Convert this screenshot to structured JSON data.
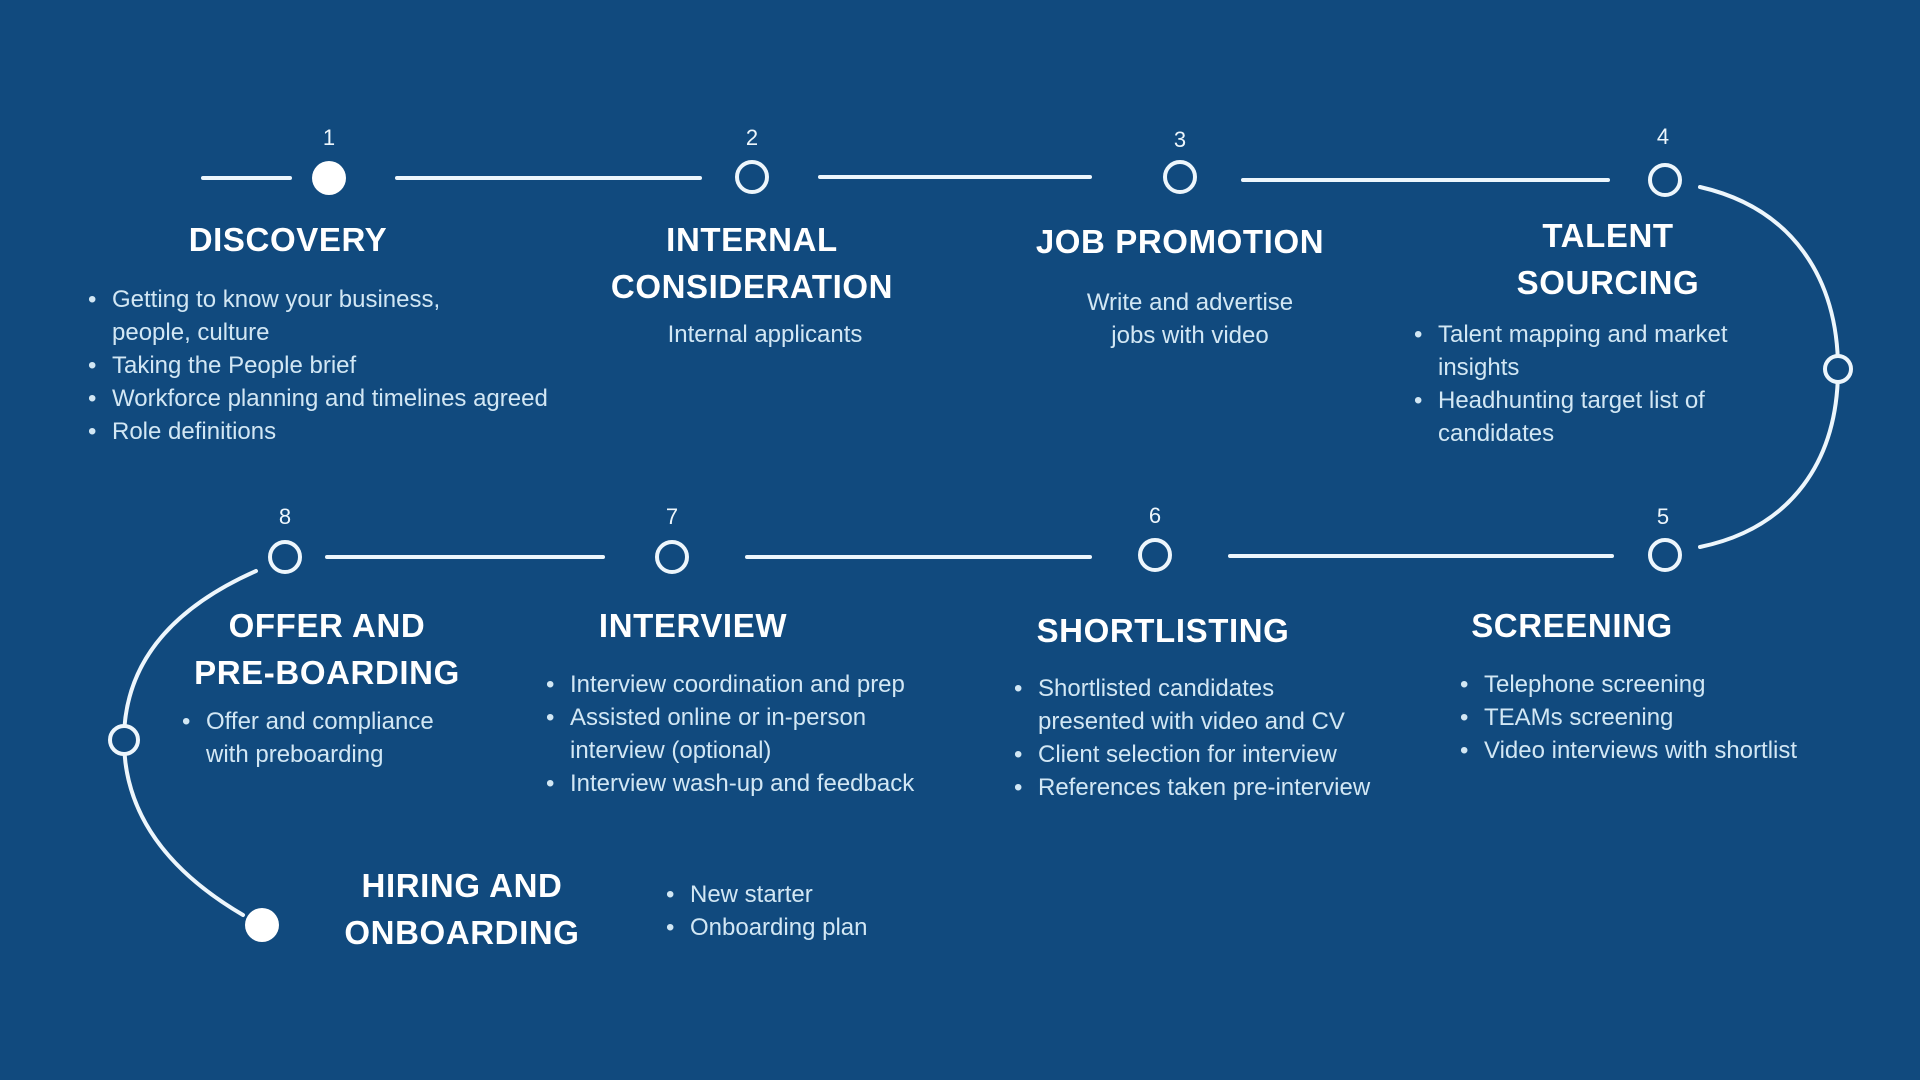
{
  "theme": {
    "background": "#114a7e",
    "line": "#edf6fc",
    "heading": "#ffffff",
    "body": "#d2e7f4",
    "marker": "#ffffff"
  },
  "steps": [
    {
      "number": "1",
      "title": "DISCOVERY",
      "bullets": [
        "Getting to know your business,\npeople, culture",
        "Taking the People brief",
        "Workforce planning and timelines agreed",
        "Role definitions"
      ]
    },
    {
      "number": "2",
      "title": "INTERNAL\nCONSIDERATION",
      "description": "Internal applicants"
    },
    {
      "number": "3",
      "title": "JOB PROMOTION",
      "description": "Write and advertise\njobs with video"
    },
    {
      "number": "4",
      "title": "TALENT\nSOURCING",
      "bullets": [
        "Talent mapping and market\ninsights",
        "Headhunting target list of\ncandidates"
      ]
    },
    {
      "number": "5",
      "title": "SCREENING",
      "bullets": [
        "Telephone screening",
        "TEAMs screening",
        "Video interviews with shortlist"
      ]
    },
    {
      "number": "6",
      "title": "SHORTLISTING",
      "bullets": [
        "Shortlisted candidates\npresented with video and CV",
        "Client selection for interview",
        "References taken pre-interview"
      ]
    },
    {
      "number": "7",
      "title": "INTERVIEW",
      "bullets": [
        "Interview coordination and prep",
        "Assisted online or in-person\ninterview (optional)",
        "Interview wash-up and feedback"
      ]
    },
    {
      "number": "8",
      "title": "OFFER AND\nPRE-BOARDING",
      "bullets": [
        "Offer and compliance\nwith preboarding"
      ]
    },
    {
      "title": "HIRING AND\nONBOARDING",
      "bullets": [
        "New starter",
        "Onboarding plan"
      ]
    }
  ]
}
